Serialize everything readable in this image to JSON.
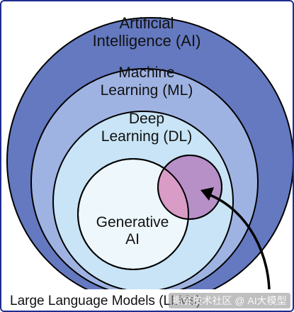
{
  "colors": {
    "ai": "#6479c0",
    "ml": "#9fb3e3",
    "dl": "#c8e4f6",
    "gen": "#eef7fc",
    "llm": "#ce9ac8",
    "llm_overlap": "#b890c8",
    "stroke": "#000000"
  },
  "diagram": {
    "ai_label": [
      "Artificial",
      "Intelligence (AI)"
    ],
    "ml_label": [
      "Machine",
      "Learning (ML)"
    ],
    "dl_label": [
      "Deep",
      "Learning (DL)"
    ],
    "gen_label": [
      "Generative",
      "AI"
    ],
    "caption": "Large Language Models (LLMs)"
  },
  "watermark": "掘金技术社区 @ AI大模型"
}
